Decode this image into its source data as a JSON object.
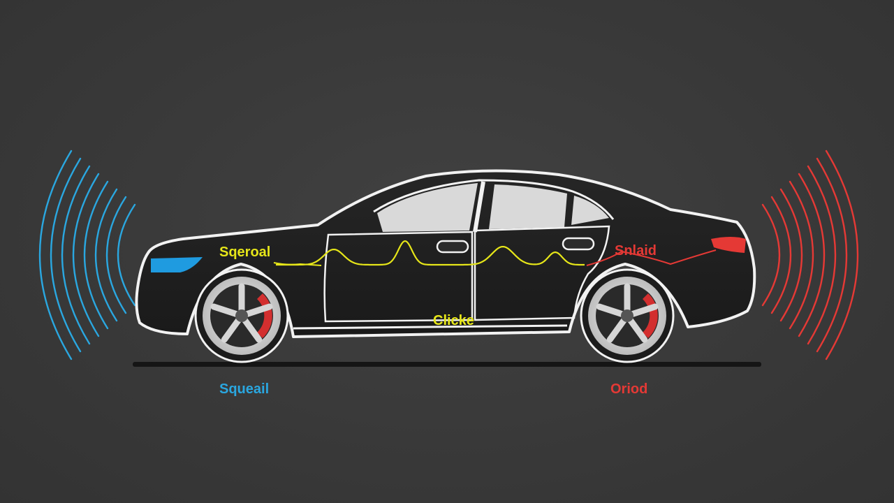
{
  "labels": {
    "front_sound": "Sqeroal",
    "rear_sound": "Snlaid",
    "middle_sound": "Clicke",
    "bottom_left": "Squeail",
    "bottom_right": "Oriod"
  },
  "colors": {
    "background": "#3a3a3a",
    "car_body": "#1e1e1e",
    "outline": "#f2f2f2",
    "waveform": "#e6e619",
    "front_waves": "#2aa7e0",
    "rear_waves": "#e53935",
    "headlight": "#1f9be0",
    "taillight": "#e53935",
    "brake_caliper": "#d32f2f",
    "window": "#d9d9d9"
  },
  "icons": {
    "front_emitter": "sound-waves-left-icon",
    "rear_emitter": "sound-waves-right-icon"
  }
}
